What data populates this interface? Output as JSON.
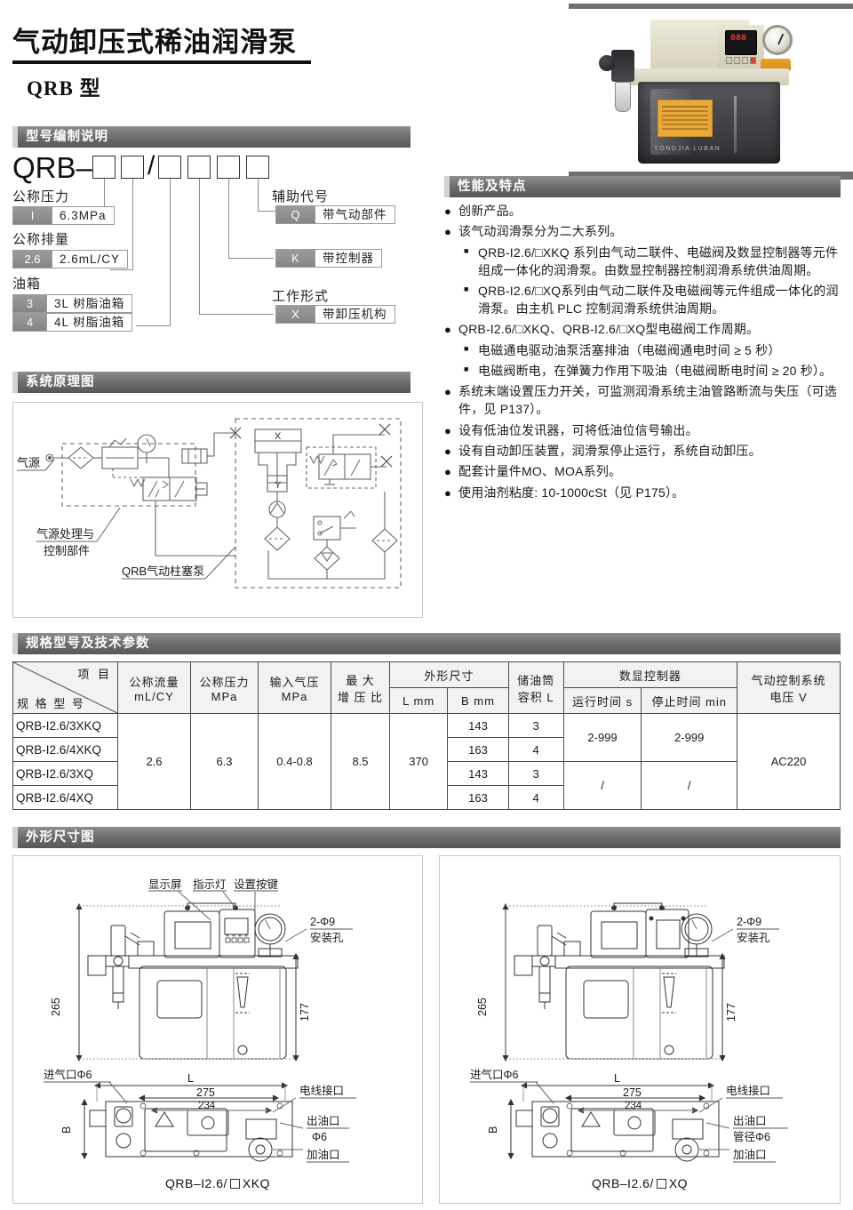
{
  "header": {
    "title": "气动卸压式稀油润滑泵",
    "subtitle": "QRB 型"
  },
  "sections": {
    "model_code": "型号编制说明",
    "schematic": "系统原理图",
    "features": "性能及特点",
    "specs": "规格型号及技术参数",
    "dimensions": "外形尺寸图"
  },
  "model_code": {
    "prefix": "QRB–",
    "groups": {
      "pressure": {
        "label": "公称压力",
        "rows": [
          {
            "code": "I",
            "desc": "6.3MPa"
          }
        ]
      },
      "displacement": {
        "label": "公称排量",
        "rows": [
          {
            "code": "2.6",
            "desc": "2.6mL/CY"
          }
        ]
      },
      "tank": {
        "label": "油箱",
        "rows": [
          {
            "code": "3",
            "desc": "3L 树脂油箱"
          },
          {
            "code": "4",
            "desc": "4L 树脂油箱"
          }
        ]
      },
      "aux": {
        "label": "辅助代号",
        "rows": [
          {
            "code": "Q",
            "desc": "带气动部件"
          }
        ]
      },
      "controller": {
        "label": "",
        "rows": [
          {
            "code": "K",
            "desc": "带控制器"
          }
        ]
      },
      "work_form": {
        "label": "工作形式",
        "rows": [
          {
            "code": "X",
            "desc": "带卸压机构"
          }
        ]
      }
    }
  },
  "features": [
    {
      "level": 1,
      "text": "创新产品。"
    },
    {
      "level": 1,
      "text": "该气动润滑泵分为二大系列。"
    },
    {
      "level": 2,
      "text": "QRB-I2.6/□XKQ 系列由气动二联件、电磁阀及数显控制器等元件组成一体化的润滑泵。由数显控制器控制润滑系统供油周期。"
    },
    {
      "level": 2,
      "text": "QRB-I2.6/□XQ系列由气动二联件及电磁阀等元件组成一体化的润滑泵。由主机 PLC 控制润滑系统供油周期。"
    },
    {
      "level": 1,
      "text": "QRB-I2.6/□XKQ、QRB-I2.6/□XQ型电磁阀工作周期。"
    },
    {
      "level": 2,
      "text": "电磁通电驱动油泵活塞排油（电磁阀通电时间 ≥ 5 秒）"
    },
    {
      "level": 2,
      "text": "电磁阀断电，在弹簧力作用下吸油（电磁阀断电时间 ≥ 20 秒）。"
    },
    {
      "level": 1,
      "text": "系统末端设置压力开关，可监测润滑系统主油管路断流与失压（可选件，见 P137）。"
    },
    {
      "level": 1,
      "text": "设有低油位发讯器，可将低油位信号输出。"
    },
    {
      "level": 1,
      "text": "设有自动卸压装置，润滑泵停止运行，系统自动卸压。"
    },
    {
      "level": 1,
      "text": "配套计量件MO、MOA系列。"
    },
    {
      "level": 1,
      "text": "使用油剂粘度: 10-1000cSt（见 P175）。"
    }
  ],
  "schematic": {
    "labels": {
      "air_source": "气源",
      "air_treatment": "气源处理与\n控制部件",
      "pump": "QRB气动柱塞泵",
      "valve_x": "X",
      "valve_y": "Y"
    }
  },
  "spec_table": {
    "corner": {
      "top_right": "项 目",
      "bottom_left": "规 格 型 号"
    },
    "headers": {
      "flow": "公称流量",
      "flow_unit": "mL/CY",
      "pressure": "公称压力",
      "pressure_unit": "MPa",
      "air_input": "输入气压",
      "air_input_unit": "MPa",
      "boost": "最 大",
      "boost2": "增 压 比",
      "outline": "外形尺寸",
      "outline_l": "L mm",
      "outline_b": "B mm",
      "tank": "储油筒",
      "tank2": "容积 L",
      "controller": "数显控制器",
      "run_time": "运行时间  s",
      "stop_time": "停止时间  min",
      "voltage": "气动控制系统",
      "voltage2": "电压  V"
    },
    "rows": [
      {
        "model": "QRB-I2.6/3XKQ",
        "B": "143",
        "tank": "3"
      },
      {
        "model": "QRB-I2.6/4XKQ",
        "B": "163",
        "tank": "4"
      },
      {
        "model": "QRB-I2.6/3XQ",
        "B": "143",
        "tank": "3"
      },
      {
        "model": "QRB-I2.6/4XQ",
        "B": "163",
        "tank": "4"
      }
    ],
    "merged": {
      "flow": "2.6",
      "pressure": "6.3",
      "air_input": "0.4-0.8",
      "boost": "8.5",
      "L": "370",
      "run_time_kq": "2-999",
      "stop_time_kq": "2-999",
      "run_time_q": "/",
      "stop_time_q": "/",
      "voltage": "AC220"
    }
  },
  "dimensions": {
    "left": {
      "caption_pre": "QRB–I2.6/",
      "caption_post": "XKQ",
      "callouts": {
        "display": "显示屏",
        "indicator": "指示灯",
        "setting_key": "设置按键",
        "mount_hole": "2-Φ9",
        "mount_hole2": "安装孔",
        "height": "265",
        "height2": "177",
        "len_L": "L",
        "len_275": "275",
        "len_234": "234",
        "width_B": "B",
        "air_in": "进气口Φ6",
        "wire": "电线接口",
        "oil_out": "出油口",
        "oil_out2": "Φ6",
        "oil_fill": "加油口"
      }
    },
    "right": {
      "caption_pre": "QRB–I2.6/",
      "caption_post": "XQ",
      "callouts": {
        "mount_hole": "2-Φ9",
        "mount_hole2": "安装孔",
        "height": "265",
        "height2": "177",
        "len_L": "L",
        "len_275": "275",
        "len_234": "234",
        "width_B": "B",
        "air_in": "进气口Φ6",
        "wire": "电线接口",
        "oil_out": "出油口",
        "oil_out2": "管径Φ6",
        "oil_fill": "加油口"
      }
    }
  }
}
